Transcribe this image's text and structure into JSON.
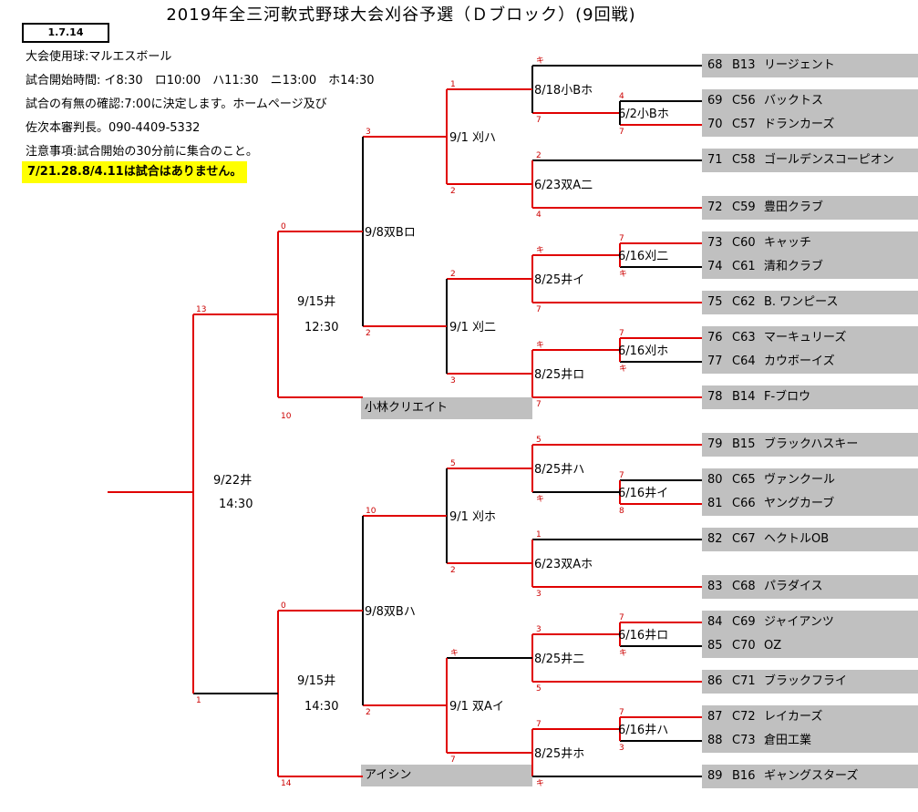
{
  "title": "2019年全三河軟式野球大会刈谷予選（Ｄブロック）(9回戦)",
  "date_box": "1.7.14",
  "info": [
    "大会使用球:マルエスボール",
    "試合開始時間: イ8:30　ロ10:00　ハ11:30　ニ13:00　ホ14:30",
    "試合の有無の確認:7:00に決定します。ホームページ及び",
    "佐次本審判長。090-4409-5332",
    "注意事項:試合開始の30分前に集合のこと。"
  ],
  "notice": "7/21.28.8/4.11は試合はありません。",
  "teams": [
    {
      "num": "68",
      "code": "B13",
      "name": "リージェント"
    },
    {
      "num": "69",
      "code": "C56",
      "name": "バックトス"
    },
    {
      "num": "70",
      "code": "C57",
      "name": "ドランカーズ"
    },
    {
      "num": "71",
      "code": "C58",
      "name": "ゴールデンスコーピオン"
    },
    {
      "num": "72",
      "code": "C59",
      "name": "豊田クラブ"
    },
    {
      "num": "73",
      "code": "C60",
      "name": "キャッチ"
    },
    {
      "num": "74",
      "code": "C61",
      "name": "清和クラブ"
    },
    {
      "num": "75",
      "code": "C62",
      "name": "B. ワンピース"
    },
    {
      "num": "76",
      "code": "C63",
      "name": "マーキュリーズ"
    },
    {
      "num": "77",
      "code": "C64",
      "name": "カウボーイズ"
    },
    {
      "num": "78",
      "code": "B14",
      "name": "F-ブロウ"
    },
    {
      "num": "79",
      "code": "B15",
      "name": "ブラックハスキー"
    },
    {
      "num": "80",
      "code": "C65",
      "name": "ヴァンクール"
    },
    {
      "num": "81",
      "code": "C66",
      "name": "ヤングカーブ"
    },
    {
      "num": "82",
      "code": "C67",
      "name": "ヘクトルOB"
    },
    {
      "num": "83",
      "code": "C68",
      "name": "パラダイス"
    },
    {
      "num": "84",
      "code": "C69",
      "name": "ジャイアンツ"
    },
    {
      "num": "85",
      "code": "C70",
      "name": "OZ"
    },
    {
      "num": "86",
      "code": "C71",
      "name": "ブラックフライ"
    },
    {
      "num": "87",
      "code": "C72",
      "name": "レイカーズ"
    },
    {
      "num": "88",
      "code": "C73",
      "name": "倉田工業"
    },
    {
      "num": "89",
      "code": "B16",
      "name": "ギャングスターズ"
    }
  ],
  "seeded": [
    "小林クリエイト",
    "アイシン"
  ],
  "matches": {
    "r1a": "6/2小Bホ",
    "r1b": "6/16刈二",
    "r1c": "6/16刈ホ",
    "r1d": "6/16井イ",
    "r1e": "6/16井ロ",
    "r1f": "6/16井ハ",
    "r2a": "8/18小Bホ",
    "r2b": "6/23双A二",
    "r2c": "8/25井イ",
    "r2d": "8/25井ロ",
    "r2e": "8/25井ハ",
    "r2f": "6/23双Aホ",
    "r2g": "8/25井二",
    "r2h": "8/25井ホ",
    "r3a": "9/1 刈ハ",
    "r3b": "9/1 刈二",
    "r3c": "9/1 刈ホ",
    "r3d": "9/1 双Aイ",
    "r4a": "9/8双Bロ",
    "r4b": "9/8双Bハ",
    "r5a_date": "9/15井",
    "r5a_time": "12:30",
    "r5b_date": "9/15井",
    "r5b_time": "14:30",
    "final_date": "9/22井",
    "final_time": "14:30"
  },
  "scores": {
    "s68": "キ",
    "s69": "4",
    "s70": "7",
    "s71": "2",
    "s72": "4",
    "s73": "7",
    "s74": "キ",
    "s75": "7",
    "s76": "7",
    "s77": "キ",
    "s78": "7",
    "s79": "5",
    "s80": "7",
    "s81": "8",
    "s82": "1",
    "s83": "3",
    "s84": "7",
    "s85": "キ",
    "s86": "5",
    "s87": "7",
    "s88": "3",
    "s89": "キ",
    "m1": "7",
    "m2": "キ",
    "m3": "キ",
    "m4": "キ",
    "m5": "3",
    "m6": "7",
    "q1": "1",
    "q2": "2",
    "q3": "2",
    "q4": "3",
    "q5": "5",
    "q6": "2",
    "q7": "キ",
    "q8": "7",
    "h1": "3",
    "h2": "2",
    "h3": "10",
    "h4": "2",
    "k1": "0",
    "k2": "10",
    "k3": "0",
    "k4": "14",
    "f1": "13",
    "f2": "1"
  },
  "colors": {
    "winner_line": "#e00000",
    "loser_line": "#000000",
    "team_bg": "#c0c0c0",
    "notice_bg": "#ffff00"
  }
}
